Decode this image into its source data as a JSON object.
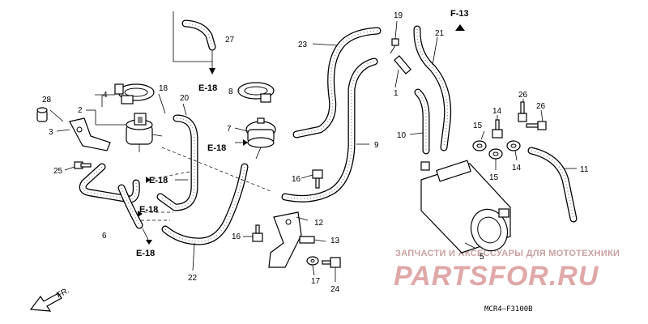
{
  "callouts": [
    {
      "id": "27",
      "text": "27"
    },
    {
      "id": "19",
      "text": "19"
    },
    {
      "id": "21",
      "text": "21"
    },
    {
      "id": "23",
      "text": "23"
    },
    {
      "id": "18",
      "text": "18"
    },
    {
      "id": "8",
      "text": "8"
    },
    {
      "id": "4",
      "text": "4"
    },
    {
      "id": "2",
      "text": "2"
    },
    {
      "id": "28",
      "text": "28"
    },
    {
      "id": "20",
      "text": "20"
    },
    {
      "id": "1",
      "text": "1"
    },
    {
      "id": "3",
      "text": "3"
    },
    {
      "id": "7",
      "text": "7"
    },
    {
      "id": "26a",
      "text": "26"
    },
    {
      "id": "26b",
      "text": "26"
    },
    {
      "id": "14a",
      "text": "14"
    },
    {
      "id": "15a",
      "text": "15"
    },
    {
      "id": "10",
      "text": "10"
    },
    {
      "id": "9",
      "text": "9"
    },
    {
      "id": "11",
      "text": "11"
    },
    {
      "id": "25",
      "text": "25"
    },
    {
      "id": "14b",
      "text": "14"
    },
    {
      "id": "15b",
      "text": "15"
    },
    {
      "id": "16a",
      "text": "16"
    },
    {
      "id": "12",
      "text": "12"
    },
    {
      "id": "6",
      "text": "6"
    },
    {
      "id": "16b",
      "text": "16"
    },
    {
      "id": "13",
      "text": "13"
    },
    {
      "id": "5",
      "text": "5"
    },
    {
      "id": "17",
      "text": "17"
    },
    {
      "id": "22",
      "text": "22"
    },
    {
      "id": "24",
      "text": "24"
    }
  ],
  "references": {
    "f13": "F-13",
    "e18": "E-18"
  },
  "direction_label": "FR.",
  "diagram_code": "MCR4–F3100B",
  "watermark": {
    "caption": "ЗАПЧАСТИ И АКСЕССУАРЫ ДЛЯ МОТОТЕХНИКИ",
    "logo": "PARTSFOR.RU"
  }
}
